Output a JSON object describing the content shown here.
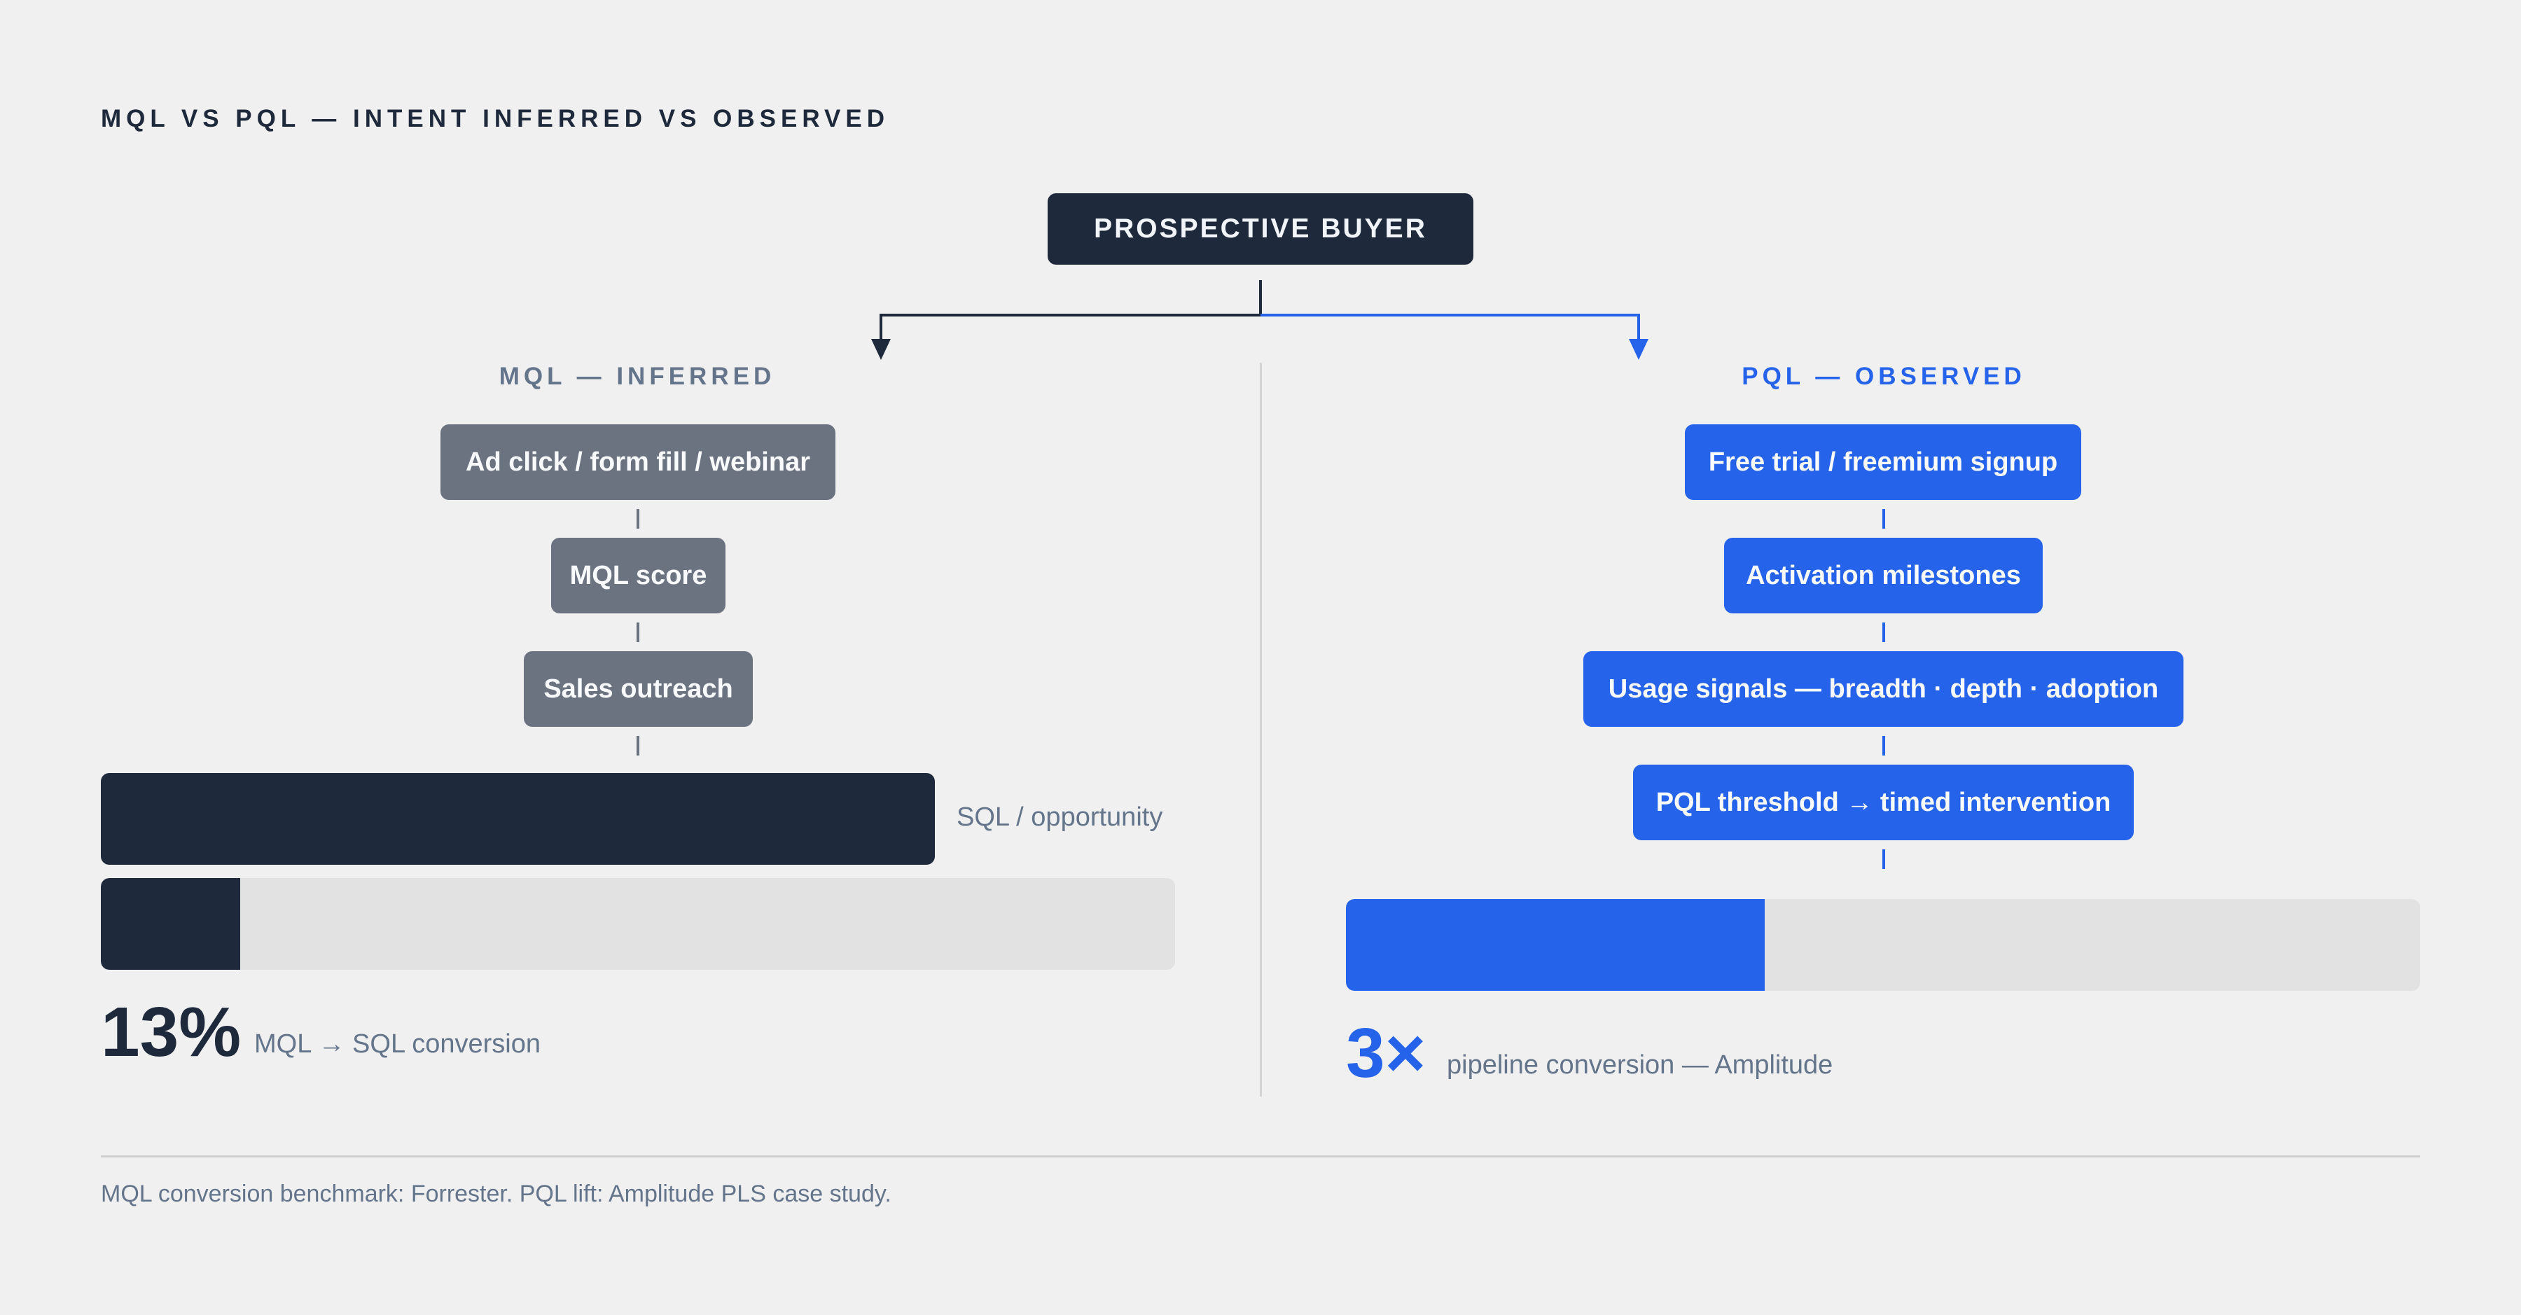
{
  "title": "MQL VS PQL — INTENT INFERRED VS OBSERVED",
  "root": {
    "label": "PROSPECTIVE BUYER"
  },
  "mql": {
    "heading": "MQL — INFERRED",
    "steps": [
      "Ad click / form fill / webinar",
      "MQL score",
      "Sales outreach"
    ],
    "sql_bar_label": "SQL / opportunity",
    "conversion_fraction": 0.13,
    "stat_value": "13%",
    "stat_caption": "MQL → SQL conversion"
  },
  "pql": {
    "heading": "PQL — OBSERVED",
    "steps": [
      "Free trial / freemium signup",
      "Activation milestones",
      "Usage signals — breadth · depth · adoption",
      "PQL threshold → timed intervention"
    ],
    "conversion_fraction": 0.39,
    "stat_value": "3×",
    "stat_caption": "pipeline conversion — Amplitude"
  },
  "footnote": "MQL conversion benchmark: Forrester. PQL lift: Amplitude PLS case study.",
  "colors": {
    "dark": "#1e293b",
    "gray": "#6b7280",
    "blue": "#2563eb",
    "track": "#e2e2e2",
    "muted_text": "#64748b"
  }
}
